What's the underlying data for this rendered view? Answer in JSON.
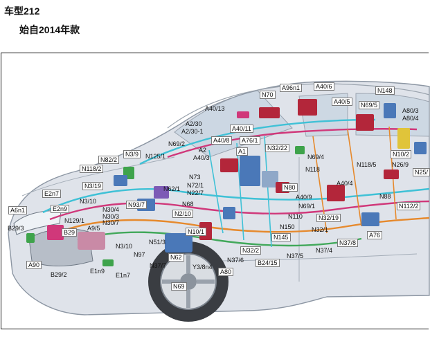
{
  "header": {
    "title": "车型212",
    "subtitle": "始自2014年款"
  },
  "diagram": {
    "labels": [
      {
        "id": "A96n1",
        "text": "A96n1"
      },
      {
        "id": "A40_6",
        "text": "A40/6"
      },
      {
        "id": "N70",
        "text": "N70"
      },
      {
        "id": "N148",
        "text": "N148"
      },
      {
        "id": "A40_13",
        "text": "A40/13"
      },
      {
        "id": "A40_5",
        "text": "A40/5"
      },
      {
        "id": "N69_5",
        "text": "N69/5"
      },
      {
        "id": "A80_3",
        "text": "A80/3"
      },
      {
        "id": "A80_4",
        "text": "A80/4"
      },
      {
        "id": "A40_11",
        "text": "A40/11"
      },
      {
        "id": "A2_30",
        "text": "A2/30"
      },
      {
        "id": "A2_30_1",
        "text": "A2/30-1"
      },
      {
        "id": "N69_2",
        "text": "N69/2"
      },
      {
        "id": "A40_8",
        "text": "A40/8"
      },
      {
        "id": "A76_1",
        "text": "A76/1"
      },
      {
        "id": "N32_22",
        "text": "N32/22"
      },
      {
        "id": "N69_4",
        "text": "N69/4"
      },
      {
        "id": "N10_2",
        "text": "N10/2"
      },
      {
        "id": "N3_9",
        "text": "N3/9"
      },
      {
        "id": "N125_1",
        "text": "N125/1"
      },
      {
        "id": "A2",
        "text": "A2"
      },
      {
        "id": "A40_3",
        "text": "A40/3"
      },
      {
        "id": "A1",
        "text": "A1"
      },
      {
        "id": "N82_2",
        "text": "N82/2"
      },
      {
        "id": "N118_5",
        "text": "N118/5"
      },
      {
        "id": "N26_9",
        "text": "N26/9"
      },
      {
        "id": "N25",
        "text": "N25/"
      },
      {
        "id": "N118_2",
        "text": "N118/2"
      },
      {
        "id": "N73",
        "text": "N73"
      },
      {
        "id": "N72_1",
        "text": "N72/1"
      },
      {
        "id": "N22_7",
        "text": "N22/7"
      },
      {
        "id": "N118",
        "text": "N118"
      },
      {
        "id": "N3_19",
        "text": "N3/19"
      },
      {
        "id": "N3_10_top",
        "text": "N3/10"
      },
      {
        "id": "N62_1",
        "text": "N62/1"
      },
      {
        "id": "N80",
        "text": "N80"
      },
      {
        "id": "A40_4",
        "text": "A40/4"
      },
      {
        "id": "N88",
        "text": "N88"
      },
      {
        "id": "N112_2",
        "text": "N112/2"
      },
      {
        "id": "E2n7",
        "text": "E2n7"
      },
      {
        "id": "E2n9",
        "text": "E2n9"
      },
      {
        "id": "N93_7",
        "text": "N93/7"
      },
      {
        "id": "N68",
        "text": "N68"
      },
      {
        "id": "A40_9",
        "text": "A40/9"
      },
      {
        "id": "N69_1",
        "text": "N69/1"
      },
      {
        "id": "A6n1",
        "text": "A6n1"
      },
      {
        "id": "N30_4",
        "text": "N30/4"
      },
      {
        "id": "N30_3",
        "text": "N30/3"
      },
      {
        "id": "N30_7",
        "text": "N30/7"
      },
      {
        "id": "N2_10",
        "text": "N2/10"
      },
      {
        "id": "N110",
        "text": "N110"
      },
      {
        "id": "N32_19",
        "text": "N32/19"
      },
      {
        "id": "B29_3",
        "text": "B29/3"
      },
      {
        "id": "N129_1",
        "text": "N129/1"
      },
      {
        "id": "A9_5",
        "text": "A9/5"
      },
      {
        "id": "N150",
        "text": "N150"
      },
      {
        "id": "B29",
        "text": "B29"
      },
      {
        "id": "N10_1",
        "text": "N10/1"
      },
      {
        "id": "N32_1",
        "text": "N32/1"
      },
      {
        "id": "A76",
        "text": "A76"
      },
      {
        "id": "N145",
        "text": "N145"
      },
      {
        "id": "N37_8",
        "text": "N37/8"
      },
      {
        "id": "N51_3",
        "text": "N51/3"
      },
      {
        "id": "N3_10_bottom",
        "text": "N3/10"
      },
      {
        "id": "N97",
        "text": "N97"
      },
      {
        "id": "N32_2",
        "text": "N32/2"
      },
      {
        "id": "N37_4",
        "text": "N37/4"
      },
      {
        "id": "A90",
        "text": "A90"
      },
      {
        "id": "N62",
        "text": "N62"
      },
      {
        "id": "N37_6",
        "text": "N37/6"
      },
      {
        "id": "N37_5",
        "text": "N37/5"
      },
      {
        "id": "N37_7",
        "text": "N37/7"
      },
      {
        "id": "B24_15",
        "text": "B24/15"
      },
      {
        "id": "E1n9",
        "text": "E1n9"
      },
      {
        "id": "Y3_8n4",
        "text": "Y3/8n4"
      },
      {
        "id": "E1n7",
        "text": "E1n7"
      },
      {
        "id": "A80",
        "text": "A80"
      },
      {
        "id": "B29_2",
        "text": "B29/2"
      },
      {
        "id": "N69",
        "text": "N69"
      }
    ]
  },
  "colors": {
    "body_fill": "#dfe3ea",
    "body_outline": "#8c96a3",
    "glass": "#c9d6e2",
    "wiring_cyan": "#3fc1d6",
    "wiring_magenta": "#d0387a",
    "wiring_orange": "#e6892c",
    "wiring_green": "#41a85a",
    "module_red": "#b3263a",
    "module_blue": "#4a78b8",
    "module_green": "#3ea34b",
    "tire": "#3a3d42"
  }
}
